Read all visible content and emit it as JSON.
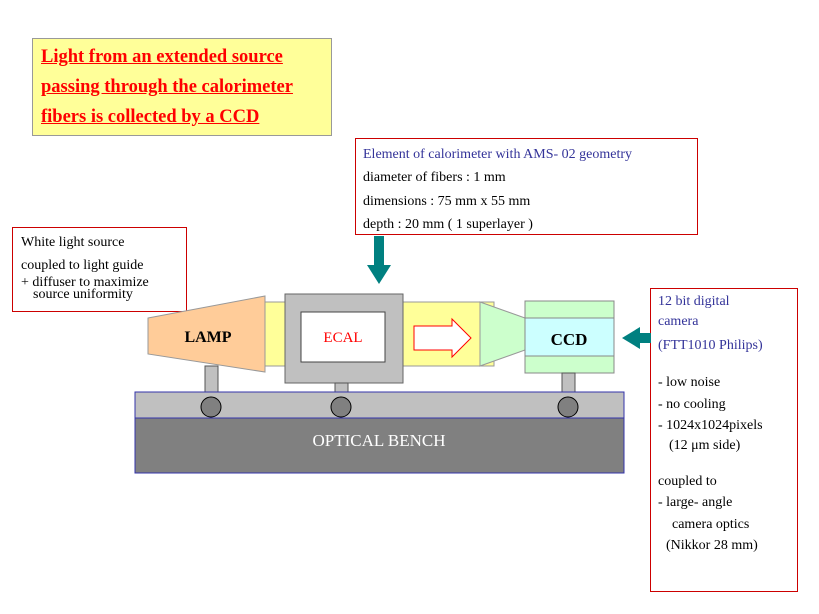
{
  "title_lines": [
    "Light from an  extended  source",
    "passing through the calorimeter",
    "fibers is collected by a CCD"
  ],
  "ecal_info": {
    "heading": "Element of calorimeter with AMS- 02 geometry",
    "lines": [
      "diameter of fibers :   1 mm",
      "dimensions :    75 mm x 55 mm",
      "depth          :    20 mm   ( 1 superlayer )"
    ]
  },
  "lamp_info": {
    "lines": [
      "White light source",
      "coupled  to light guide",
      "+ diffuser to maximize",
      "source uniformity"
    ]
  },
  "camera_info": {
    "blue_lines": [
      "12 bit digital",
      "camera",
      "(FTT1010 Philips)"
    ],
    "features": [
      "-  low  noise",
      "-  no cooling",
      "-   1024x1024pixels",
      "(12 μm side)"
    ],
    "coupling": [
      "coupled to",
      "-  large- angle",
      "camera optics",
      "(Nikkor 28 mm)"
    ]
  },
  "diagram": {
    "lamp_label": "LAMP",
    "ecal_label": "ECAL",
    "ccd_label": "CCD",
    "bench_label": "OPTICAL BENCH"
  },
  "colors": {
    "title_bg": "#ffff99",
    "title_text": "#ff0000",
    "lamp": "#ffcc99",
    "light_beam": "#ffff99",
    "optics": "#ccffcc",
    "ccd": "#ccffff",
    "bench_top": "#c0c0c0",
    "bench_body": "#808080",
    "arrow": "#008080",
    "ecal_label": "#ff0000",
    "info_heading": "#333399",
    "box_border": "#cc0000"
  }
}
